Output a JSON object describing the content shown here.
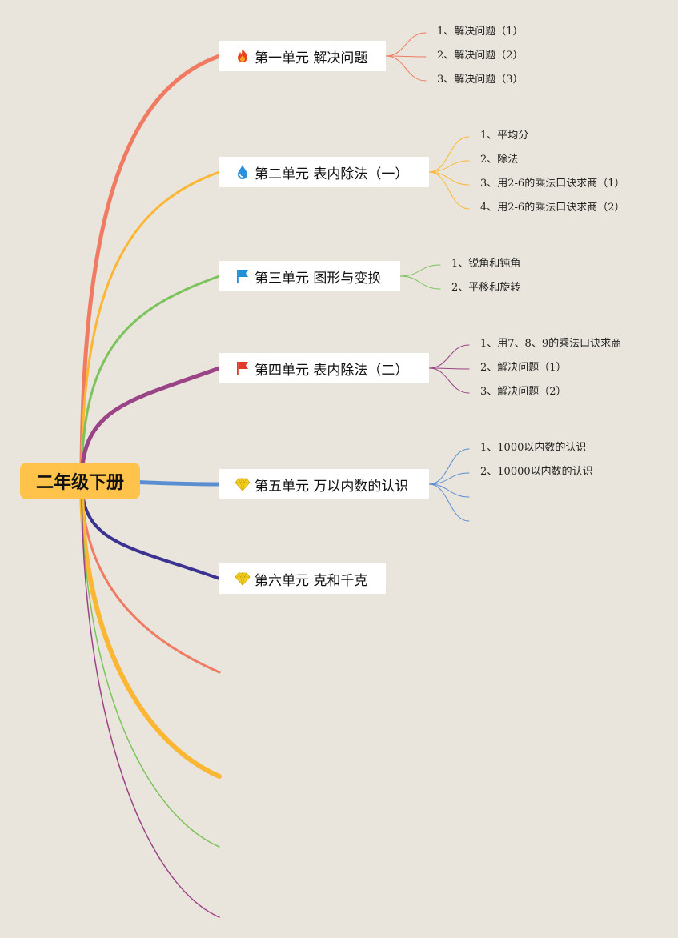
{
  "root": {
    "label": "二年级下册",
    "color": "#ffc24b"
  },
  "units": [
    {
      "label": "第一单元 解决问题",
      "icon": "fire-icon",
      "icon_color": "#e8431e",
      "branch_color": "#f07a62",
      "children": [
        "1、解决问题（1）",
        "2、解决问题（2）",
        "3、解决问题（3）"
      ]
    },
    {
      "label": "第二单元 表内除法（一）",
      "icon": "water-drop-icon",
      "icon_color": "#2b8fe0",
      "branch_color": "#fbb733",
      "children": [
        "1、平均分",
        "2、除法",
        "3、用2-6的乘法口诀求商（1）",
        "4、用2-6的乘法口诀求商（2）"
      ]
    },
    {
      "label": "第三单元 图形与变换",
      "icon": "blue-flag-icon",
      "icon_color": "#1f8fd8",
      "branch_color": "#7cc35c",
      "children": [
        "1、锐角和钝角",
        "2、平移和旋转"
      ]
    },
    {
      "label": "第四单元 表内除法（二）",
      "icon": "red-flag-icon",
      "icon_color": "#e23a2a",
      "branch_color": "#9a4487",
      "children": [
        "1、用7、8、9的乘法口诀求商",
        "2、解决问题（1）",
        "3、解决问题（2）"
      ]
    },
    {
      "label": "第五单元 万以内数的认识",
      "icon": "diamond-icon",
      "icon_color": "#f4d21f",
      "branch_color": "#5a8ed0",
      "children": [
        "1、1000以内数的认识",
        "2、10000以内数的认识"
      ],
      "extra_stubs": 2
    },
    {
      "label": "第六单元 克和千克",
      "icon": "diamond-icon",
      "icon_color": "#f4d21f",
      "branch_color": "#3c3391",
      "children": []
    }
  ],
  "empty_branches": [
    {
      "color": "#f07a62"
    },
    {
      "color": "#fbb733"
    },
    {
      "color": "#7cc35c"
    },
    {
      "color": "#9a4487"
    }
  ]
}
